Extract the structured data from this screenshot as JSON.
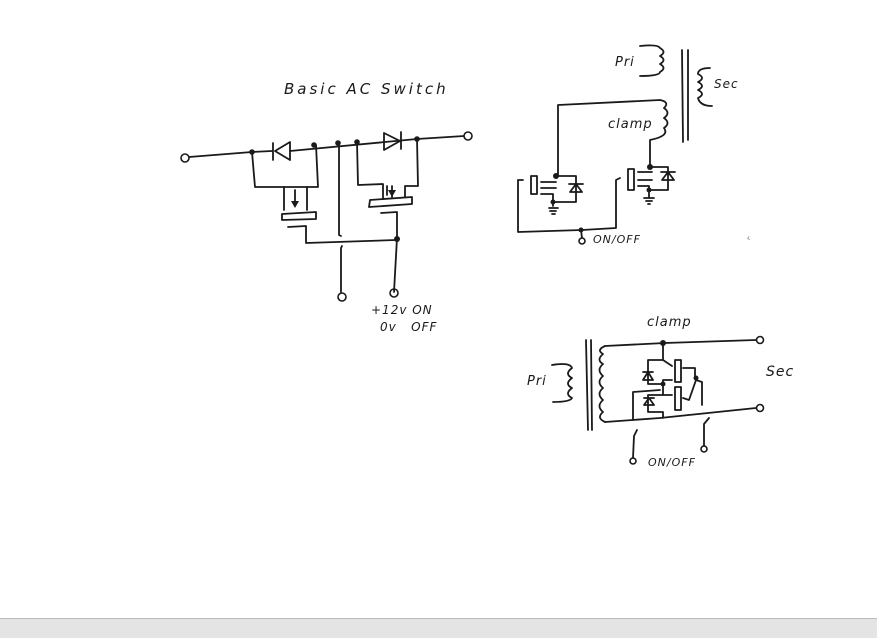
{
  "left_circuit": {
    "title": "Basic AC Switch",
    "control_on": "+12v  ON",
    "control_off": "0v   OFF"
  },
  "top_right_circuit": {
    "primary": "Pri",
    "secondary": "Sec",
    "clamp": "clamp",
    "control": "ON/OFF"
  },
  "bottom_right_circuit": {
    "primary": "Pri",
    "secondary": "Sec",
    "clamp": "clamp",
    "control": "ON/OFF"
  }
}
